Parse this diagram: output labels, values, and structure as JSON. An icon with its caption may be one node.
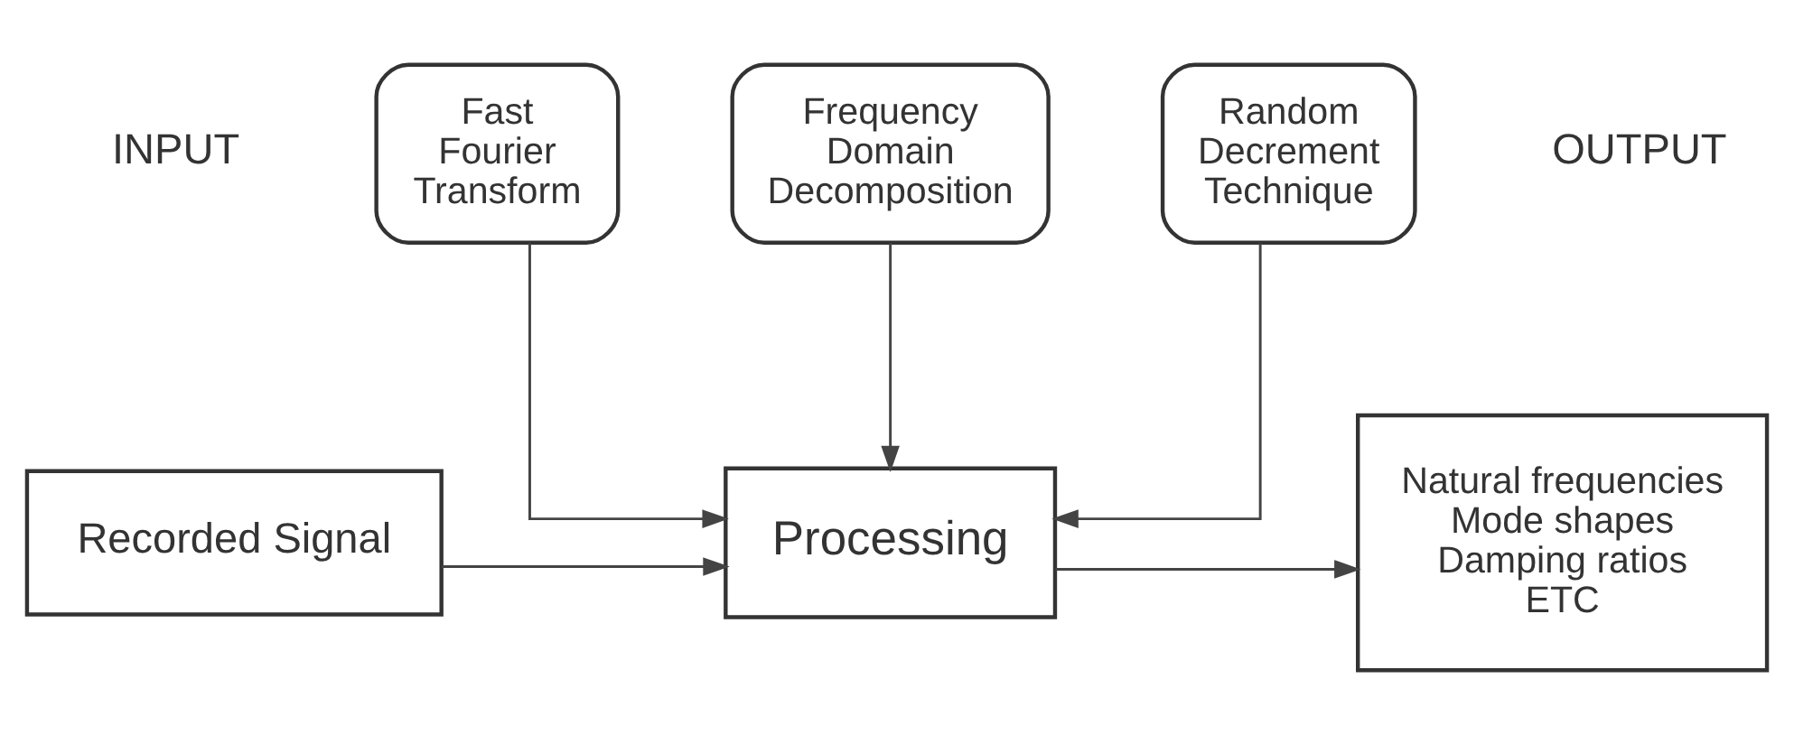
{
  "diagram": {
    "nodes": [
      {
        "text": [
          "Fast Fourier Transform"
        ]
      },
      {
        "text": [
          "Frequency Domain Decomposition"
        ]
      },
      {
        "text": [
          "Random Decrement Technique"
        ]
      },
      {
        "text": [
          "Recorded Signal"
        ]
      },
      {
        "text": [
          "Processing"
        ]
      },
      {
        "text": [
          "Natural frequencies",
          "Mode shapes",
          "Damping ratios",
          "ETC"
        ]
      }
    ],
    "edges": [
      {
        "from": 0,
        "to": 4,
        "arrow": "to"
      },
      {
        "from": 1,
        "to": 4,
        "arrow": "to"
      },
      {
        "from": 2,
        "to": 4,
        "arrow": "to"
      },
      {
        "from": 3,
        "to": 4,
        "arrow": "to"
      },
      {
        "from": 4,
        "to": 5,
        "arrow": "to"
      }
    ],
    "labels": [
      "INPUT",
      "OUTPUT"
    ]
  }
}
